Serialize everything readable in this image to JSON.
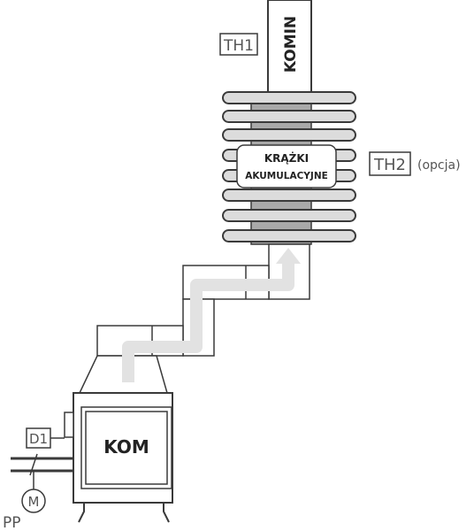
{
  "labels": {
    "chimney": "KOMIN",
    "sensor_top": "TH1",
    "sensor_mid": "TH2",
    "sensor_mid_note": "(opcja)",
    "rings": "KRĄŻKI",
    "rings_line2": "AKUMULACYJNE",
    "fireplace": "KOM",
    "damper": "D1",
    "motor": "M",
    "air_supply": "PP"
  },
  "colors": {
    "stroke": "#3a3a3a",
    "ring_fill": "#dcdcdc",
    "ring_core": "#a9a9a9",
    "flow_arrow": "#e2e2e2",
    "text": "#555555"
  }
}
